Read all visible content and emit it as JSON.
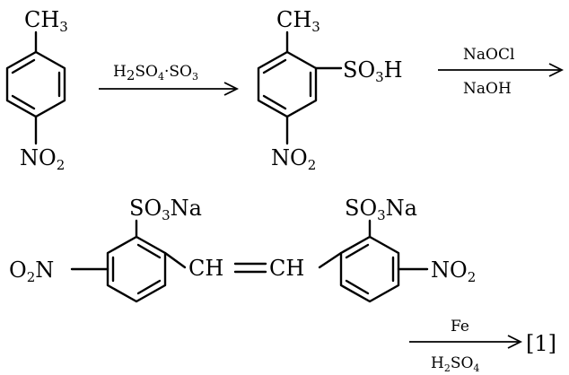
{
  "scheme": {
    "reactant": {
      "top": "CH",
      "top_sub": "3",
      "bottom": "NO",
      "bottom_sub": "2"
    },
    "step1": {
      "above_a": "H",
      "above_a_sub": "2",
      "above_b": "SO",
      "above_b_sub": "4",
      "above_c": "·SO",
      "above_c_sub": "3"
    },
    "intermediate1": {
      "top": "CH",
      "top_sub": "3",
      "right": "SO",
      "right_sub": "3",
      "right_end": "H",
      "bottom": "NO",
      "bottom_sub": "2"
    },
    "step2": {
      "above": "NaOCl",
      "below": "NaOH"
    },
    "intermediate2": {
      "left_group": "O",
      "left_group_sub": "2",
      "left_group_end": "N",
      "left_sulfo": "SO",
      "left_sulfo_sub": "3",
      "left_sulfo_end": "Na",
      "vinyl_left": "CH",
      "vinyl_right": "CH",
      "right_sulfo": "SO",
      "right_sulfo_sub": "3",
      "right_sulfo_end": "Na",
      "right_group": "NO",
      "right_group_sub": "2"
    },
    "step3": {
      "above": "Fe",
      "below": "H",
      "below_sub": "2",
      "below_b": "SO",
      "below_b_sub": "4"
    },
    "product": "[1]"
  }
}
